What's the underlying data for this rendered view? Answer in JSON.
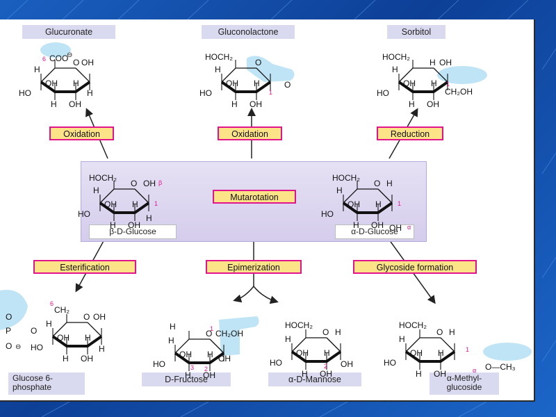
{
  "products": {
    "glucuronate": "Glucuronate",
    "gluconolactone": "Gluconolactone",
    "sorbitol": "Sorbitol"
  },
  "processes": {
    "oxidation_left": "Oxidation",
    "oxidation_center": "Oxidation",
    "reduction": "Reduction",
    "mutarotation": "Mutarotation",
    "esterification": "Esterification",
    "epimerization": "Epimerization",
    "glycoside_formation": "Glycoside formation"
  },
  "center": {
    "beta_glucose": "β-D-Glucose",
    "alpha_glucose": "α-D-Glucose"
  },
  "bottom_names": {
    "g6p_line1": "Glucose 6-",
    "g6p_line2": "phosphate",
    "fructose": "D-Fructose",
    "mannose": "α-D-Mannose",
    "methyl_line1": "α-Methyl-",
    "methyl_line2": "glucoside"
  },
  "chem": {
    "coo": "COO",
    "hoch2": "HOCH₂",
    "oh": "OH",
    "h": "H",
    "ho": "HO",
    "o": "O",
    "ch2oh": "CH₂OH",
    "ch2": "CH₂",
    "och3": "O—CH₃",
    "p": "P",
    "num1": "1",
    "num2": "2",
    "num3": "3",
    "num6": "6",
    "alpha": "α",
    "beta": "β",
    "minus": "⊖"
  },
  "colors": {
    "process_fill": "#fde387",
    "process_border": "#e0148c",
    "label_fill": "#d9d9ef",
    "highlight": "#bfe4f5",
    "center_band": "#ddd6f0",
    "accent_number": "#e0148c"
  }
}
